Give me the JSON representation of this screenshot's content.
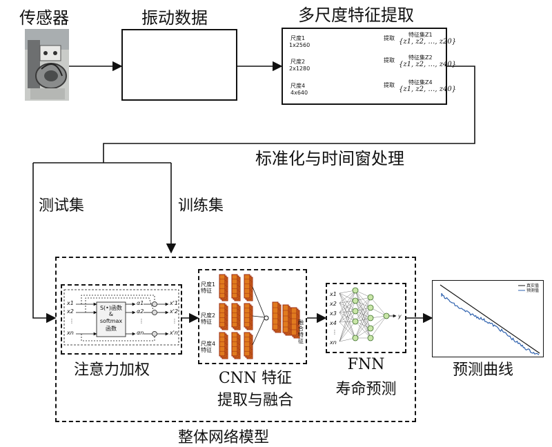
{
  "titles": {
    "sensor": "传感器",
    "vibration": "振动数据",
    "multiscale": "多尺度特征提取",
    "normalize": "标准化与时间窗处理",
    "test_set": "测试集",
    "train_set": "训练集",
    "attention": "注意力加权",
    "cnn_line1": "CNN 特征",
    "cnn_line2": "提取与融合",
    "fnn_line1": "FNN",
    "fnn_line2": "寿命预测",
    "prediction": "预测曲线",
    "model": "整体网络模型"
  },
  "multiscale_rows": [
    {
      "scale": "尺度1",
      "size": "1x2560",
      "action": "提取",
      "set": "特征集Z1",
      "formula": "{z1, z2, …, z20}"
    },
    {
      "scale": "尺度2",
      "size": "2x1280",
      "action": "提取",
      "set": "特征集Z2",
      "formula": "{z1, z2, …, z40}"
    },
    {
      "scale": "尺度4",
      "size": "4x640",
      "action": "提取",
      "set": "特征集Z4",
      "formula": "{z1, z2, …, z40}"
    }
  ],
  "attention_box": {
    "inputs": [
      "x1",
      "x2",
      "⋮",
      "xn"
    ],
    "func_lines": [
      "S(•)函数",
      "&",
      "softmax",
      "函数"
    ],
    "alphas": [
      "α1",
      "α2",
      "⋮",
      "αn"
    ],
    "outputs": [
      "x'1",
      "x'2",
      "⋮",
      "x'n"
    ]
  },
  "cnn_box": {
    "scale_labels": [
      "尺度1特征",
      "尺度2特征",
      "尺度4特征"
    ],
    "fusion_label": "融合特征"
  },
  "fnn_box": {
    "inputs": [
      "x1",
      "x2",
      "x3",
      "x4",
      "⋮",
      "xn"
    ],
    "output": "y"
  },
  "pred_legend": [
    "真实值",
    "预测值"
  ],
  "colors": {
    "signal": "#2b5fad",
    "line": "#111111",
    "cnn_orange": "#e07b1f",
    "cnn_dark": "#9a2a12",
    "node_green": "#c9e6a8"
  }
}
